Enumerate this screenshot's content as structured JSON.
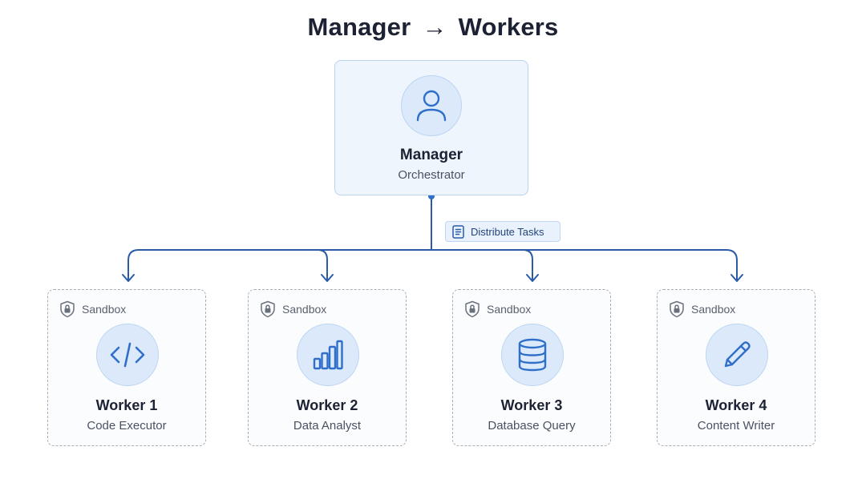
{
  "title": {
    "left": "Manager",
    "arrow": "→",
    "right": "Workers"
  },
  "manager": {
    "icon": "user-icon",
    "title": "Manager",
    "subtitle": "Orchestrator"
  },
  "connector": {
    "label": "Distribute Tasks",
    "icon": "document-icon"
  },
  "workers": [
    {
      "sandbox_label": "Sandbox",
      "icon": "code-icon",
      "title": "Worker 1",
      "subtitle": "Code Executor"
    },
    {
      "sandbox_label": "Sandbox",
      "icon": "bar-chart-icon",
      "title": "Worker 2",
      "subtitle": "Data Analyst"
    },
    {
      "sandbox_label": "Sandbox",
      "icon": "database-icon",
      "title": "Worker 3",
      "subtitle": "Database Query"
    },
    {
      "sandbox_label": "Sandbox",
      "icon": "pencil-icon",
      "title": "Worker 4",
      "subtitle": "Content Writer"
    }
  ],
  "colors": {
    "accent": "#2f6fc9",
    "connector": "#2a5aa8",
    "manager_fill": "#eef5fd",
    "icon_circle": "#dbe9fa",
    "dashed_border": "#a9aeb6",
    "title_text": "#1c2233"
  }
}
